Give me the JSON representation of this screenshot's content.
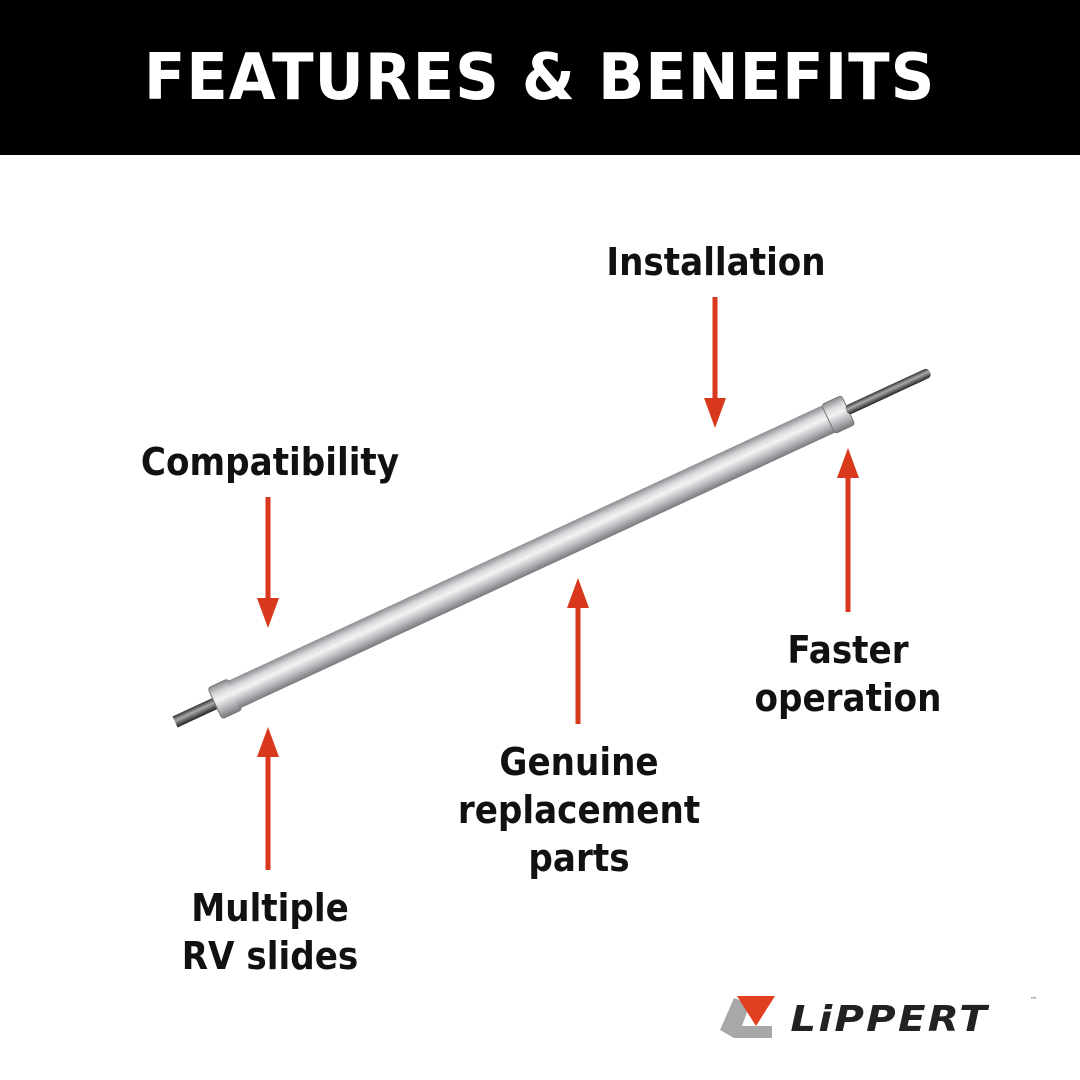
{
  "header": {
    "title": "FEATURES & BENEFITS"
  },
  "callouts": [
    {
      "id": "installation",
      "text": "Installation",
      "arrow": "down"
    },
    {
      "id": "compatibility",
      "text": "Compatibility",
      "arrow": "down"
    },
    {
      "id": "faster-operation",
      "text": "Faster operation",
      "lines": [
        "Faster",
        "operation"
      ],
      "arrow": "up"
    },
    {
      "id": "genuine-parts",
      "text": "Genuine replacement parts",
      "lines": [
        "Genuine",
        "replacement",
        "parts"
      ],
      "arrow": "up"
    },
    {
      "id": "multiple-slides",
      "text": "Multiple RV slides",
      "lines": [
        "Multiple",
        "RV slides"
      ],
      "arrow": "up"
    }
  ],
  "brand": {
    "logo_text": "LiPPERT",
    "trademark": "™"
  },
  "colors": {
    "header_bg": "#000000",
    "arrow": "#d8391c",
    "text": "#111111",
    "logo_dark": "#222222",
    "logo_red": "#e0401f",
    "logo_gray": "#a8a8a8"
  }
}
